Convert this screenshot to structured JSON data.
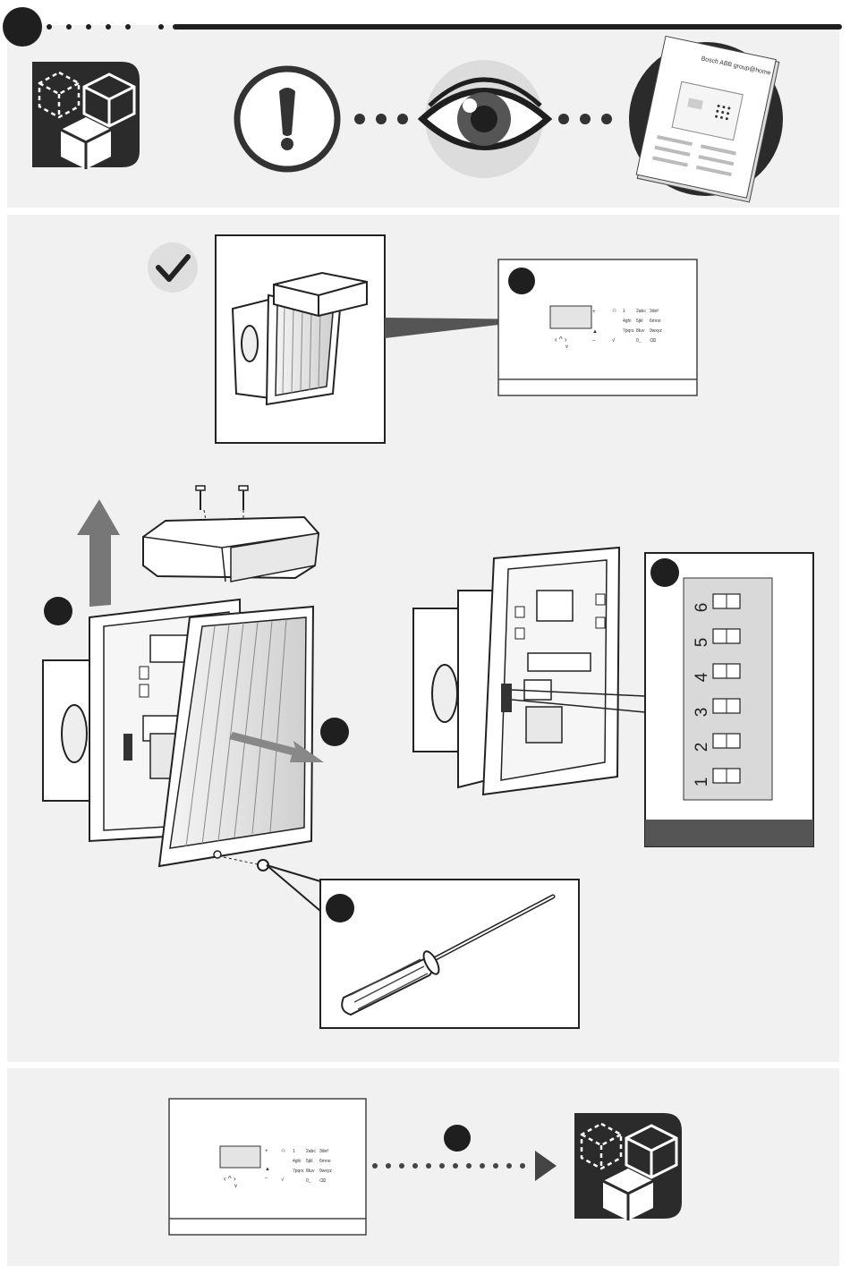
{
  "manual": {
    "brand_header": "Bosch ABB group@home"
  },
  "control_panel": {
    "keypad_top": [
      [
        "1",
        "2abc",
        "3def"
      ],
      [
        "4ghi",
        "5jkl",
        "6mno"
      ],
      [
        "7pqrs",
        "8tuv",
        "9wxyz"
      ],
      [
        "",
        "0_",
        "⌫"
      ]
    ]
  },
  "dip_switch": {
    "numbers": [
      "6",
      "5",
      "4",
      "3",
      "2",
      "1"
    ]
  },
  "colors": {
    "panel_bg": "#f1f1f1",
    "dark": "#2b2b2b",
    "step_badge": "#1f1f1f",
    "label_bar": "#555555"
  },
  "icons": [
    "cube-box-icon",
    "warning-icon",
    "eye-icon",
    "manual-icon",
    "check-icon",
    "arrow-up-icon",
    "screwdriver-icon"
  ]
}
